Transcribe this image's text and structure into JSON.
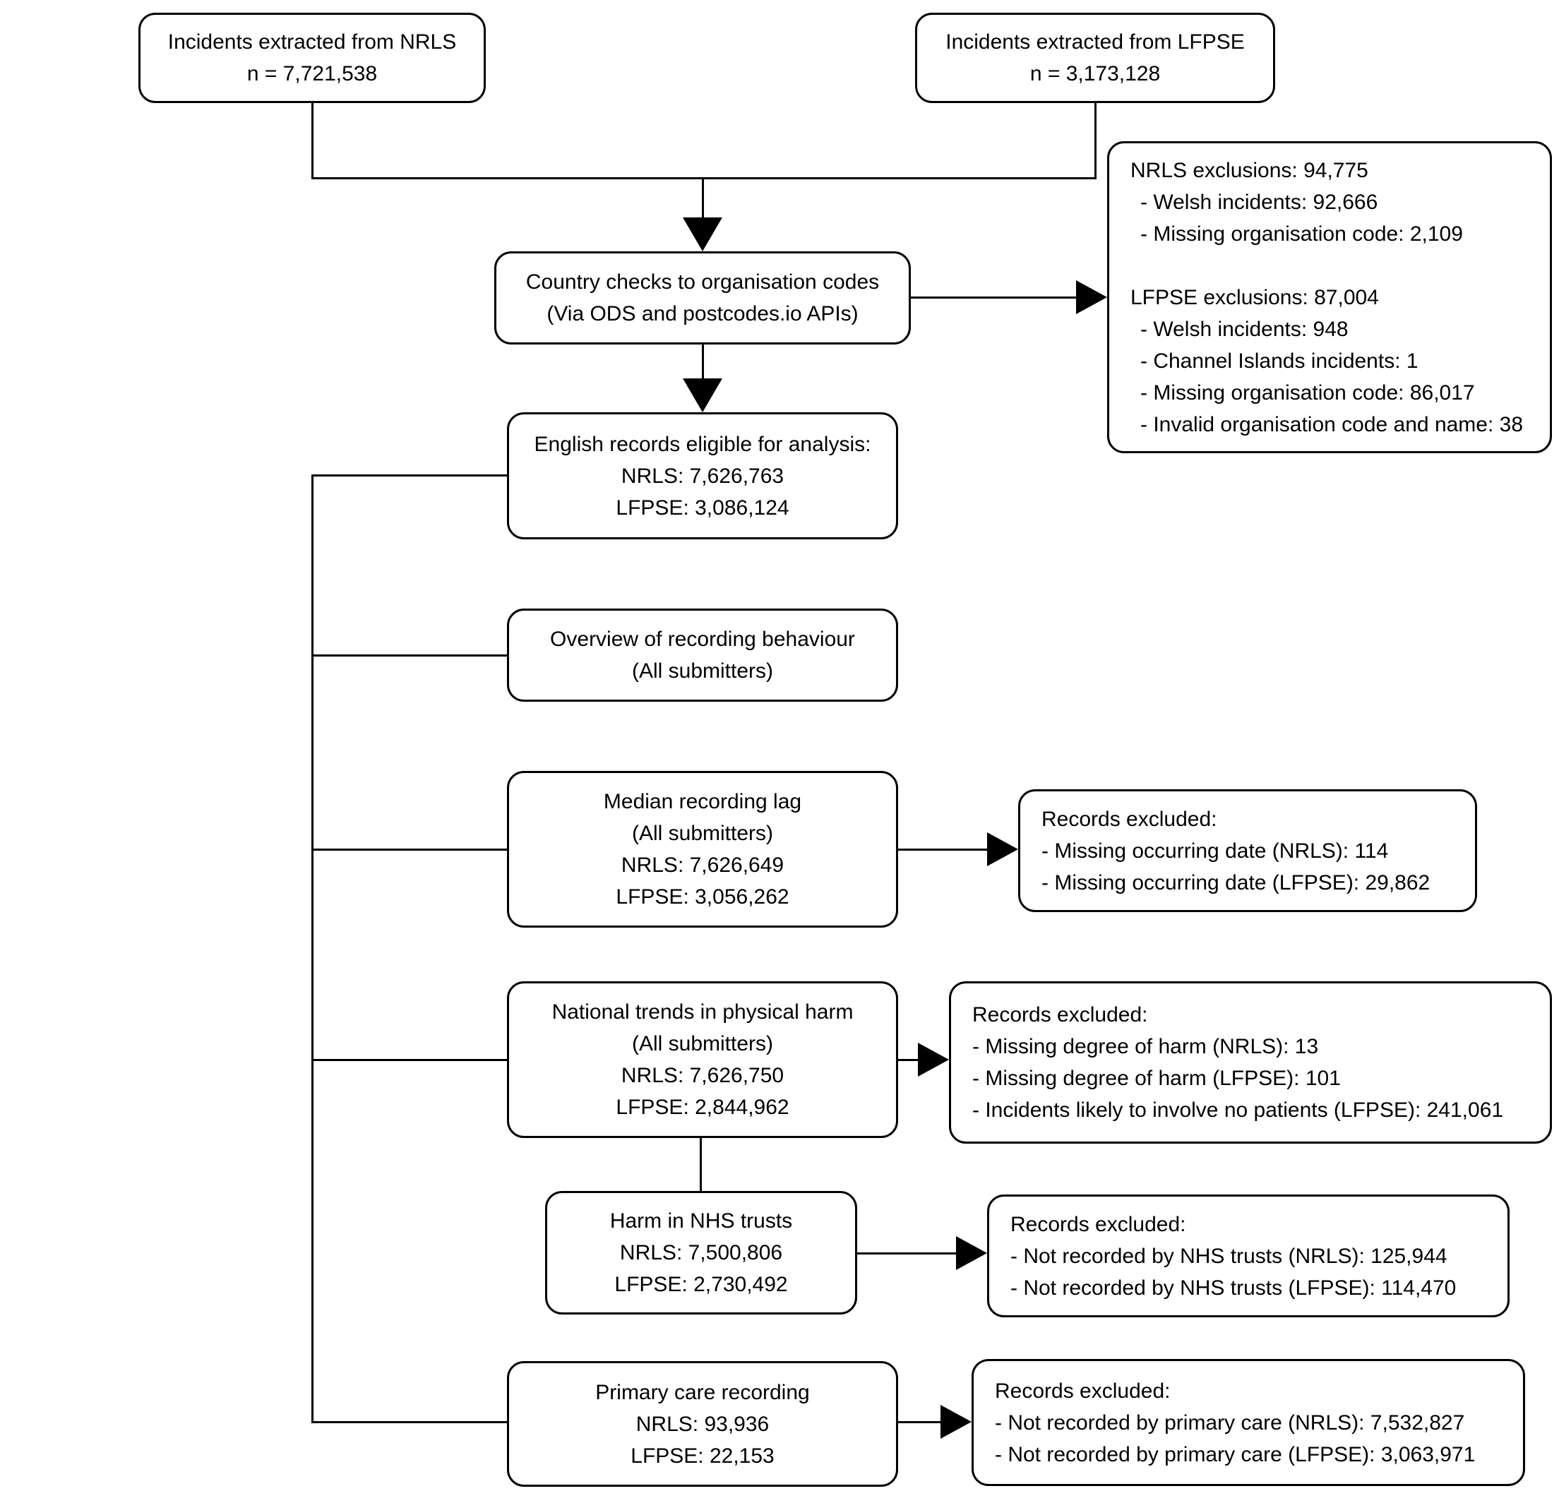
{
  "nodes": {
    "nrls_source": {
      "lines": [
        "Incidents extracted from NRLS",
        "n = 7,721,538"
      ]
    },
    "lfpse_source": {
      "lines": [
        "Incidents extracted from LFPSE",
        "n = 3,173,128"
      ]
    },
    "country_checks": {
      "lines": [
        "Country checks to organisation codes",
        "(Via ODS and postcodes.io APIs)"
      ]
    },
    "initial_exclusions": {
      "nrls_title": "NRLS exclusions: 94,775",
      "nrls_items": [
        "- Welsh incidents: 92,666",
        "- Missing organisation code: 2,109"
      ],
      "lfpse_title": "LFPSE exclusions: 87,004",
      "lfpse_items": [
        "- Welsh incidents: 948",
        "- Channel Islands incidents: 1",
        "- Missing organisation code: 86,017",
        "- Invalid organisation code and name: 38"
      ]
    },
    "english_eligible": {
      "lines": [
        "English records eligible for analysis:",
        "NRLS: 7,626,763",
        "LFPSE: 3,086,124"
      ]
    },
    "overview": {
      "lines": [
        "Overview of recording behaviour",
        "(All submitters)"
      ]
    },
    "median_lag": {
      "lines": [
        "Median recording lag",
        "(All submitters)",
        "NRLS: 7,626,649",
        "LFPSE: 3,056,262"
      ]
    },
    "median_lag_excluded": {
      "lines": [
        "Records excluded:",
        "- Missing occurring date (NRLS): 114",
        "- Missing occurring date (LFPSE): 29,862"
      ]
    },
    "national_trends": {
      "lines": [
        "National trends in physical harm",
        "(All submitters)",
        "NRLS: 7,626,750",
        "LFPSE: 2,844,962"
      ]
    },
    "national_trends_excluded": {
      "lines": [
        "Records excluded:",
        "- Missing degree of harm (NRLS): 13",
        "- Missing degree of harm (LFPSE): 101",
        "- Incidents likely to involve no patients (LFPSE): 241,061"
      ]
    },
    "harm_nhs_trusts": {
      "lines": [
        "Harm in NHS trusts",
        "NRLS: 7,500,806",
        "LFPSE: 2,730,492"
      ]
    },
    "harm_nhs_trusts_excluded": {
      "lines": [
        "Records excluded:",
        "- Not recorded by NHS trusts (NRLS): 125,944",
        "- Not recorded by NHS trusts (LFPSE): 114,470"
      ]
    },
    "primary_care": {
      "lines": [
        "Primary care recording",
        "NRLS: 93,936",
        "LFPSE: 22,153"
      ]
    },
    "primary_care_excluded": {
      "lines": [
        "Records excluded:",
        "- Not recorded by primary care (NRLS): 7,532,827",
        "- Not recorded by primary care (LFPSE): 3,063,971"
      ]
    }
  },
  "colors": {
    "line": "#000000",
    "background": "#ffffff",
    "text": "#000000"
  }
}
